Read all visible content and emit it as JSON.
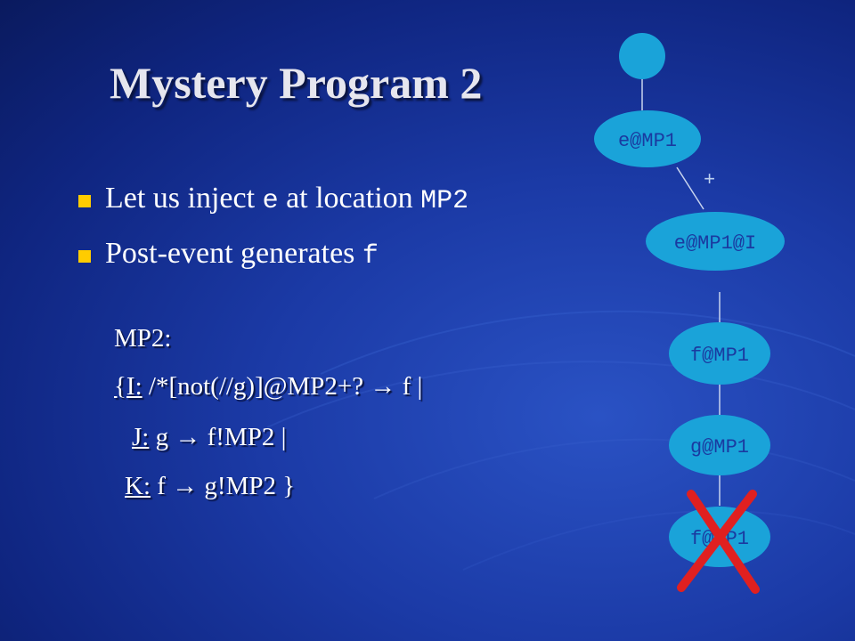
{
  "slide": {
    "title": "Mystery Program 2",
    "bullets": [
      {
        "pre": "Let us inject ",
        "code": "e",
        "post": " at location ",
        "code2": "MP2"
      },
      {
        "pre": "Post-event generates ",
        "code": "f"
      }
    ],
    "program": {
      "name": "MP2:",
      "rule_i_label": "{I:",
      "rule_i_body": " /*[not(//g)]@MP2+? ",
      "arrow": "→",
      "rule_i_end": " f  |",
      "rule_j_label": "J:",
      "rule_j_body": " g ",
      "rule_j_end": " f!MP2 |",
      "rule_k_label": "K:",
      "rule_k_body": " f ",
      "rule_k_end": " g!MP2 }"
    }
  },
  "graph": {
    "nodes": [
      "",
      "e@MP1",
      "e@MP1@I",
      "f@MP1",
      "g@MP1",
      "f@MP1"
    ],
    "edge_label": "+",
    "cross_color": "#e02020",
    "node_color": "#1aa3d9"
  }
}
